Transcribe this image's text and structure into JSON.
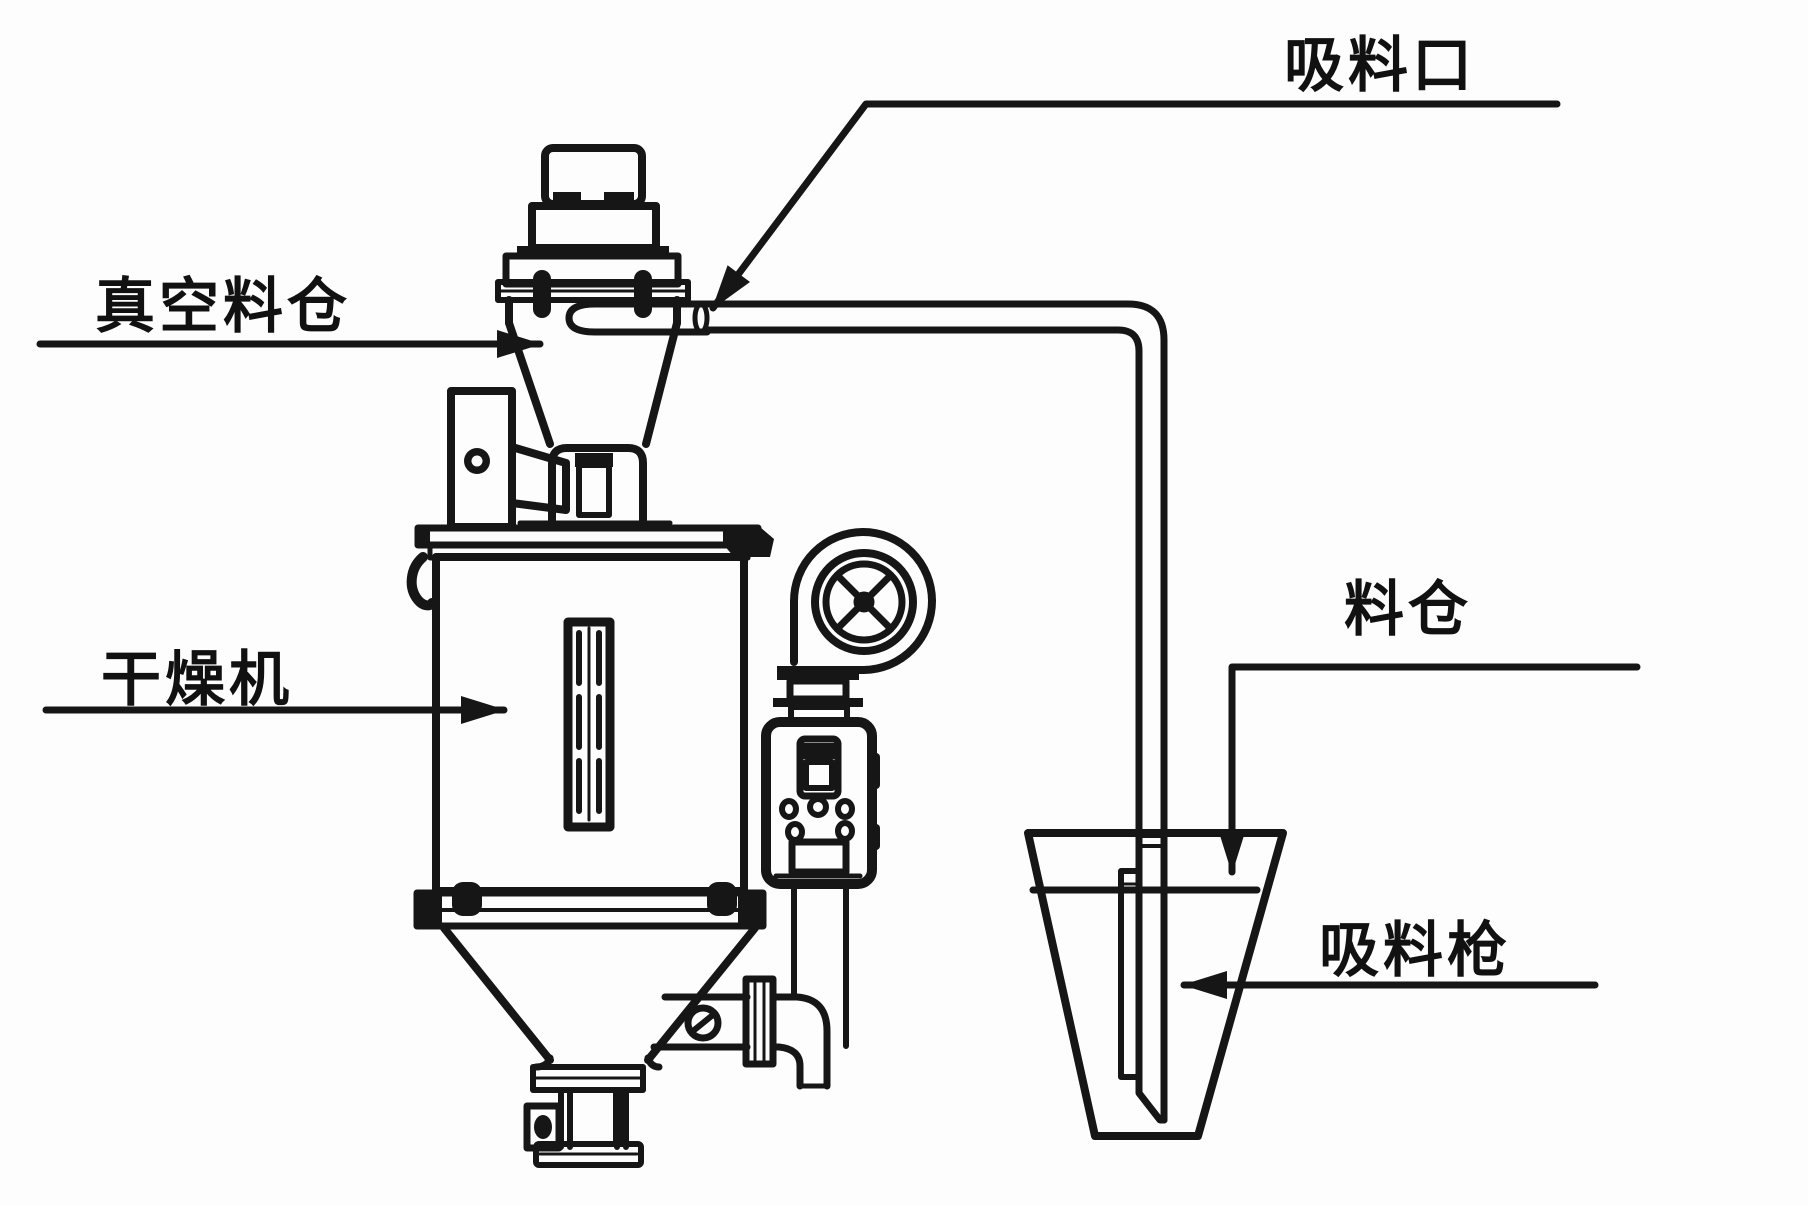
{
  "diagram": {
    "background": "#fdfdfd",
    "line_color": "#161616",
    "labels": {
      "suction_inlet": "吸料口",
      "vacuum_hopper": "真空料仓",
      "dryer": "干燥机",
      "material_bin": "料仓",
      "suction_gun": "吸料枪"
    }
  }
}
